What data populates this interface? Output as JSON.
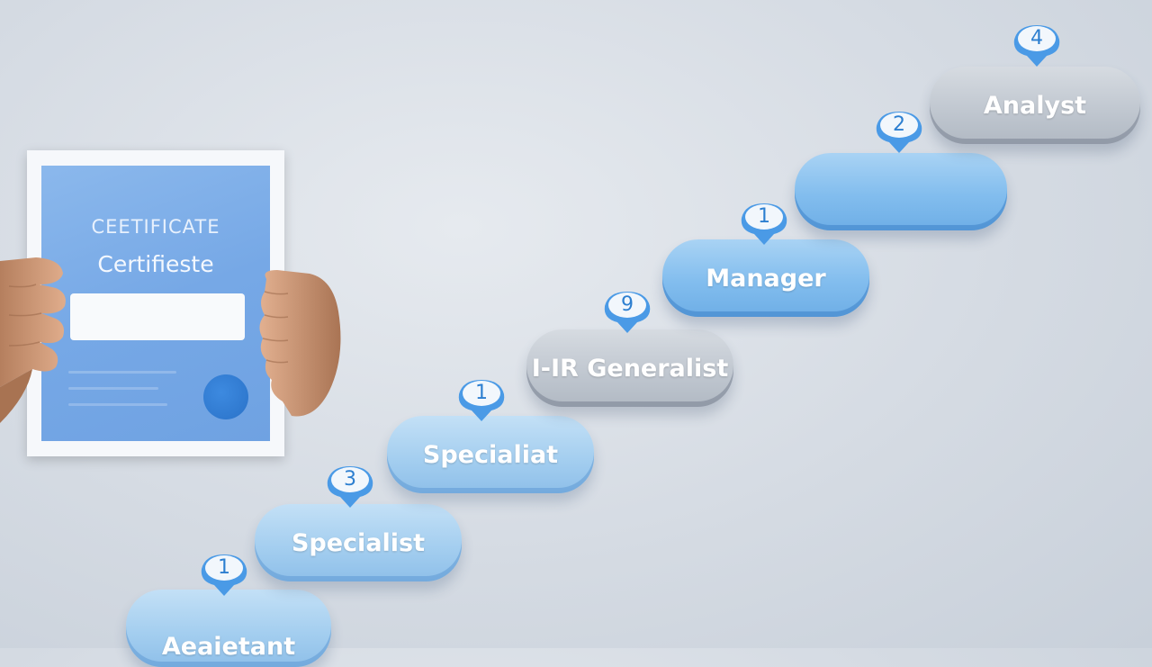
{
  "certificate": {
    "title": "CEETIFICATE",
    "subtitle": "Certifieste",
    "colors": {
      "panel": "#76a8e6",
      "seal": "#2a72c8",
      "frame": "#f6f8fb"
    }
  },
  "steps": [
    {
      "label": "Aeaietant",
      "pin": "1",
      "tone": "lightblue"
    },
    {
      "label": "Specialist",
      "pin": "3",
      "tone": "lightblue"
    },
    {
      "label": "Specialiat",
      "pin": "1",
      "tone": "lightblue"
    },
    {
      "label": "I-IR Generalist",
      "pin": "9",
      "tone": "gray"
    },
    {
      "label": "Manager",
      "pin": "1",
      "tone": "blue"
    },
    {
      "label": "",
      "pin": "2",
      "tone": "blue"
    },
    {
      "label": "Analyst",
      "pin": "4",
      "tone": "gray"
    }
  ],
  "colors": {
    "background": "#d5dbe3",
    "step_blue": "#82bdee",
    "step_gray": "#bfc6cf",
    "pin_text": "#2d7fd0"
  }
}
